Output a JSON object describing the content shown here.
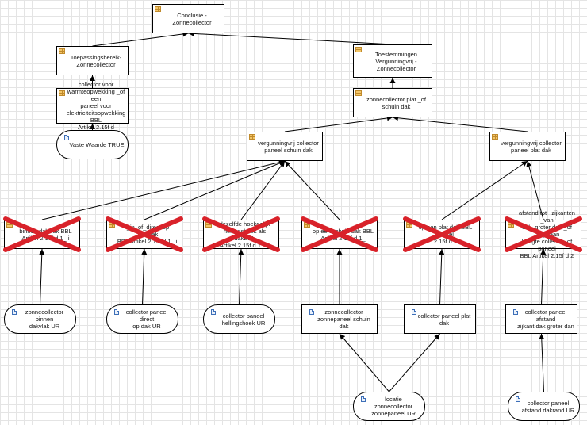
{
  "nodes": [
    {
      "id": "conclusie",
      "label": "Conclusie - Zonnecollector",
      "type": "decision"
    },
    {
      "id": "toepassing",
      "label": "Toepassingsbereik-\nZonnecollector",
      "type": "decision"
    },
    {
      "id": "toestemmingen",
      "label": "Toestemmingen\nVergunningvrij -\nZonnecollector",
      "type": "decision"
    },
    {
      "id": "collector_voor",
      "label": "collector voor\nwarmteopwekking _of een\npaneel voor\nelektriciteitsopwekking BBL\nArtikel 2.15f d",
      "type": "decision"
    },
    {
      "id": "zc_plat_schuin",
      "label": "zonnecollector plat _of\nschuin dak",
      "type": "decision"
    },
    {
      "id": "vaste_waarde",
      "label": "Vaste Waarde TRUE",
      "type": "input"
    },
    {
      "id": "vv_schuin",
      "label": "vergunningvrij collector\npaneel schuin dak",
      "type": "decision"
    },
    {
      "id": "vv_plat",
      "label": "vergunningvrij collector\npaneel plat dak",
      "type": "decision"
    },
    {
      "id": "d1",
      "label": "binnen dakvlak BBL\nArtikel 2.15f d 1_ i",
      "type": "decision",
      "crossed": true
    },
    {
      "id": "d2",
      "label": "_in_of_direct op dakvlak\nBBL Artikel 2.15f d 1_ ii",
      "type": "decision",
      "crossed": true
    },
    {
      "id": "d3",
      "label": "dezelfde hoekgelijk\nhellingshoek als dakBBL\nArtikel 2.15f d 1_ iii",
      "type": "decision",
      "crossed": true
    },
    {
      "id": "d4",
      "label": "op een schuin dak BBL\nArtikel 2.15f d 1_",
      "type": "decision",
      "crossed": true
    },
    {
      "id": "d5",
      "label": "op een plat dak BBL Artikel\n2.15f d 2",
      "type": "decision",
      "crossed": true
    },
    {
      "id": "d6",
      "label": "afstand tot _zijkanten _van\ndak_groter dan _of gelijk aan\nhoogte collector_of paneel\nBBL Artikel 2.15f d 2",
      "type": "decision",
      "crossed": true
    },
    {
      "id": "i1",
      "label": "zonnecollector binnen\ndakvlak UR",
      "type": "input"
    },
    {
      "id": "i2",
      "label": "collector paneel direct\nop dak UR",
      "type": "input"
    },
    {
      "id": "i3",
      "label": "collector paneel\nhellingshoek UR",
      "type": "input"
    },
    {
      "id": "i4",
      "label": "zonnecollector\nzonnepaneel schuin dak",
      "type": "square-input"
    },
    {
      "id": "i5",
      "label": "collector paneel plat dak",
      "type": "square-input"
    },
    {
      "id": "i6",
      "label": "collector paneel afstand\nzijkant dak groter dan",
      "type": "square-input"
    },
    {
      "id": "locatie",
      "label": "locatie zonnecollector\nzonnepaneel UR",
      "type": "input"
    },
    {
      "id": "afstand_ur",
      "label": "collector paneel\nafstand dakrand UR",
      "type": "input"
    }
  ],
  "edges": [
    {
      "from": "toepassing",
      "to": "conclusie"
    },
    {
      "from": "toestemmingen",
      "to": "conclusie"
    },
    {
      "from": "collector_voor",
      "to": "toepassing"
    },
    {
      "from": "vaste_waarde",
      "to": "collector_voor"
    },
    {
      "from": "zc_plat_schuin",
      "to": "toestemmingen"
    },
    {
      "from": "vv_schuin",
      "to": "zc_plat_schuin"
    },
    {
      "from": "vv_plat",
      "to": "zc_plat_schuin"
    },
    {
      "from": "d1",
      "to": "vv_schuin"
    },
    {
      "from": "d2",
      "to": "vv_schuin"
    },
    {
      "from": "d3",
      "to": "vv_schuin"
    },
    {
      "from": "d4",
      "to": "vv_schuin"
    },
    {
      "from": "d5",
      "to": "vv_plat"
    },
    {
      "from": "d6",
      "to": "vv_plat"
    },
    {
      "from": "i1",
      "to": "d1"
    },
    {
      "from": "i2",
      "to": "d2"
    },
    {
      "from": "i3",
      "to": "d3"
    },
    {
      "from": "i4",
      "to": "d4"
    },
    {
      "from": "i5",
      "to": "d5"
    },
    {
      "from": "i6",
      "to": "d6"
    },
    {
      "from": "locatie",
      "to": "i4"
    },
    {
      "from": "locatie",
      "to": "i5"
    },
    {
      "from": "afstand_ur",
      "to": "i6"
    }
  ],
  "colors": {
    "line": "#000000",
    "cross": "#d9222a",
    "grid": "#e4e4e4"
  }
}
